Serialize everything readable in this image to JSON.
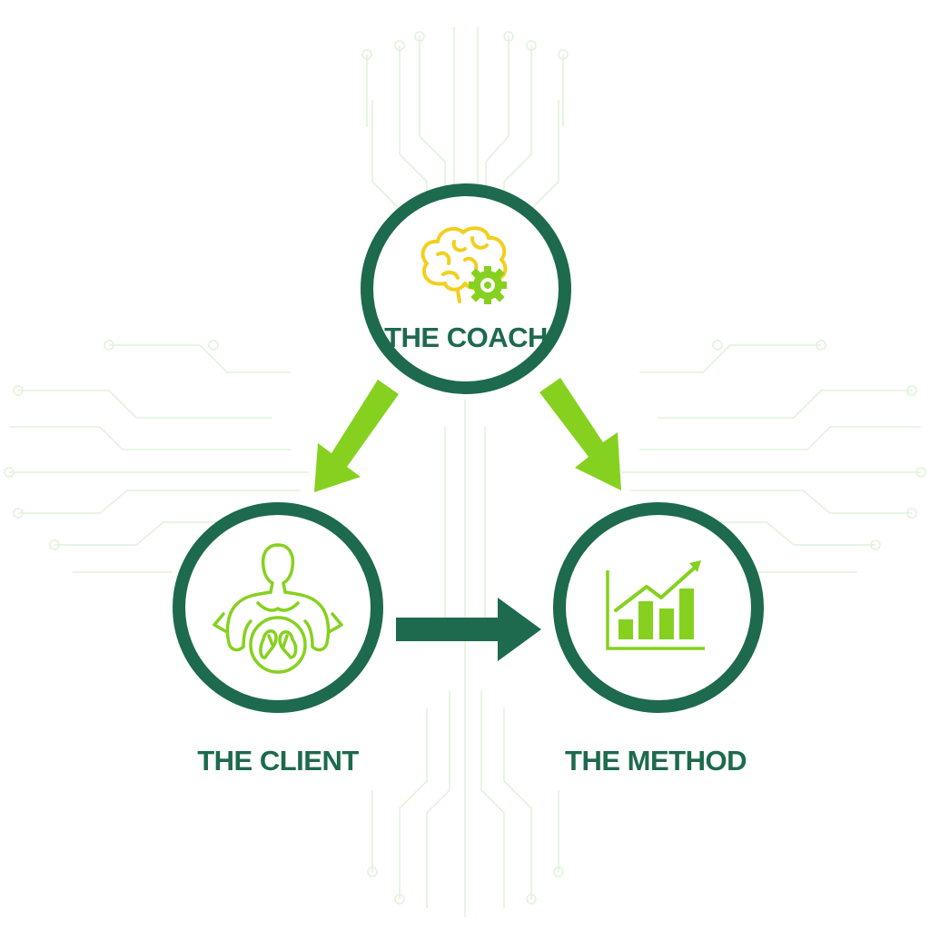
{
  "diagram": {
    "nodes": [
      {
        "id": "coach",
        "label": "THE COACH",
        "icon": "brain-gear-icon"
      },
      {
        "id": "client",
        "label": "THE CLIENT",
        "icon": "muscular-body-gut-icon"
      },
      {
        "id": "method",
        "label": "THE METHOD",
        "icon": "growth-bar-chart-icon"
      }
    ],
    "edges": [
      {
        "from": "coach",
        "to": "client",
        "color": "#86d11f"
      },
      {
        "from": "coach",
        "to": "method",
        "color": "#86d11f"
      },
      {
        "from": "client",
        "to": "method",
        "color": "#1d6a4e"
      }
    ]
  },
  "colors": {
    "circle_stroke": "#1d6a4e",
    "label_text": "#1d6a4e",
    "accent_green": "#86d11f",
    "brain_yellow": "#f2cf1b",
    "circuit_lines": "#e2f2dc"
  }
}
